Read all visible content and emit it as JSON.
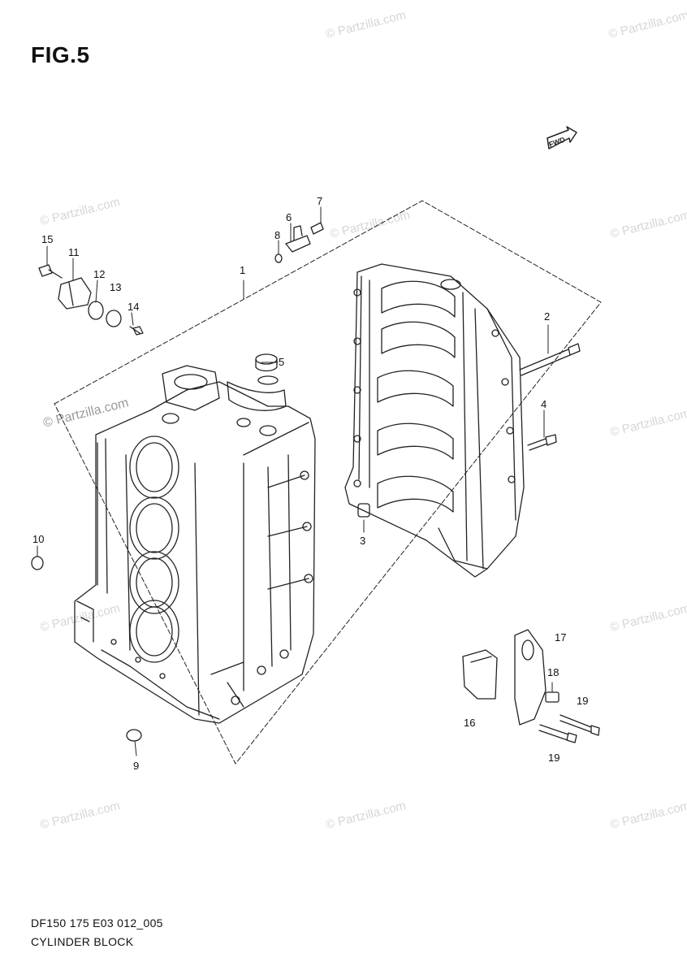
{
  "figure": {
    "title": "FIG.5"
  },
  "footer": {
    "model_code": "DF150 175 E03 012_005",
    "part_group": "CYLINDER BLOCK"
  },
  "watermark": {
    "text": "© Partzilla.com"
  },
  "arrow_badge": {
    "text": "FWD"
  },
  "colors": {
    "line": "#222222",
    "watermark": "#d6d6d6"
  },
  "callouts": [
    "1",
    "2",
    "3",
    "4",
    "5",
    "6",
    "7",
    "8",
    "9",
    "10",
    "11",
    "12",
    "13",
    "14",
    "15",
    "16",
    "17",
    "18",
    "19",
    "19"
  ]
}
